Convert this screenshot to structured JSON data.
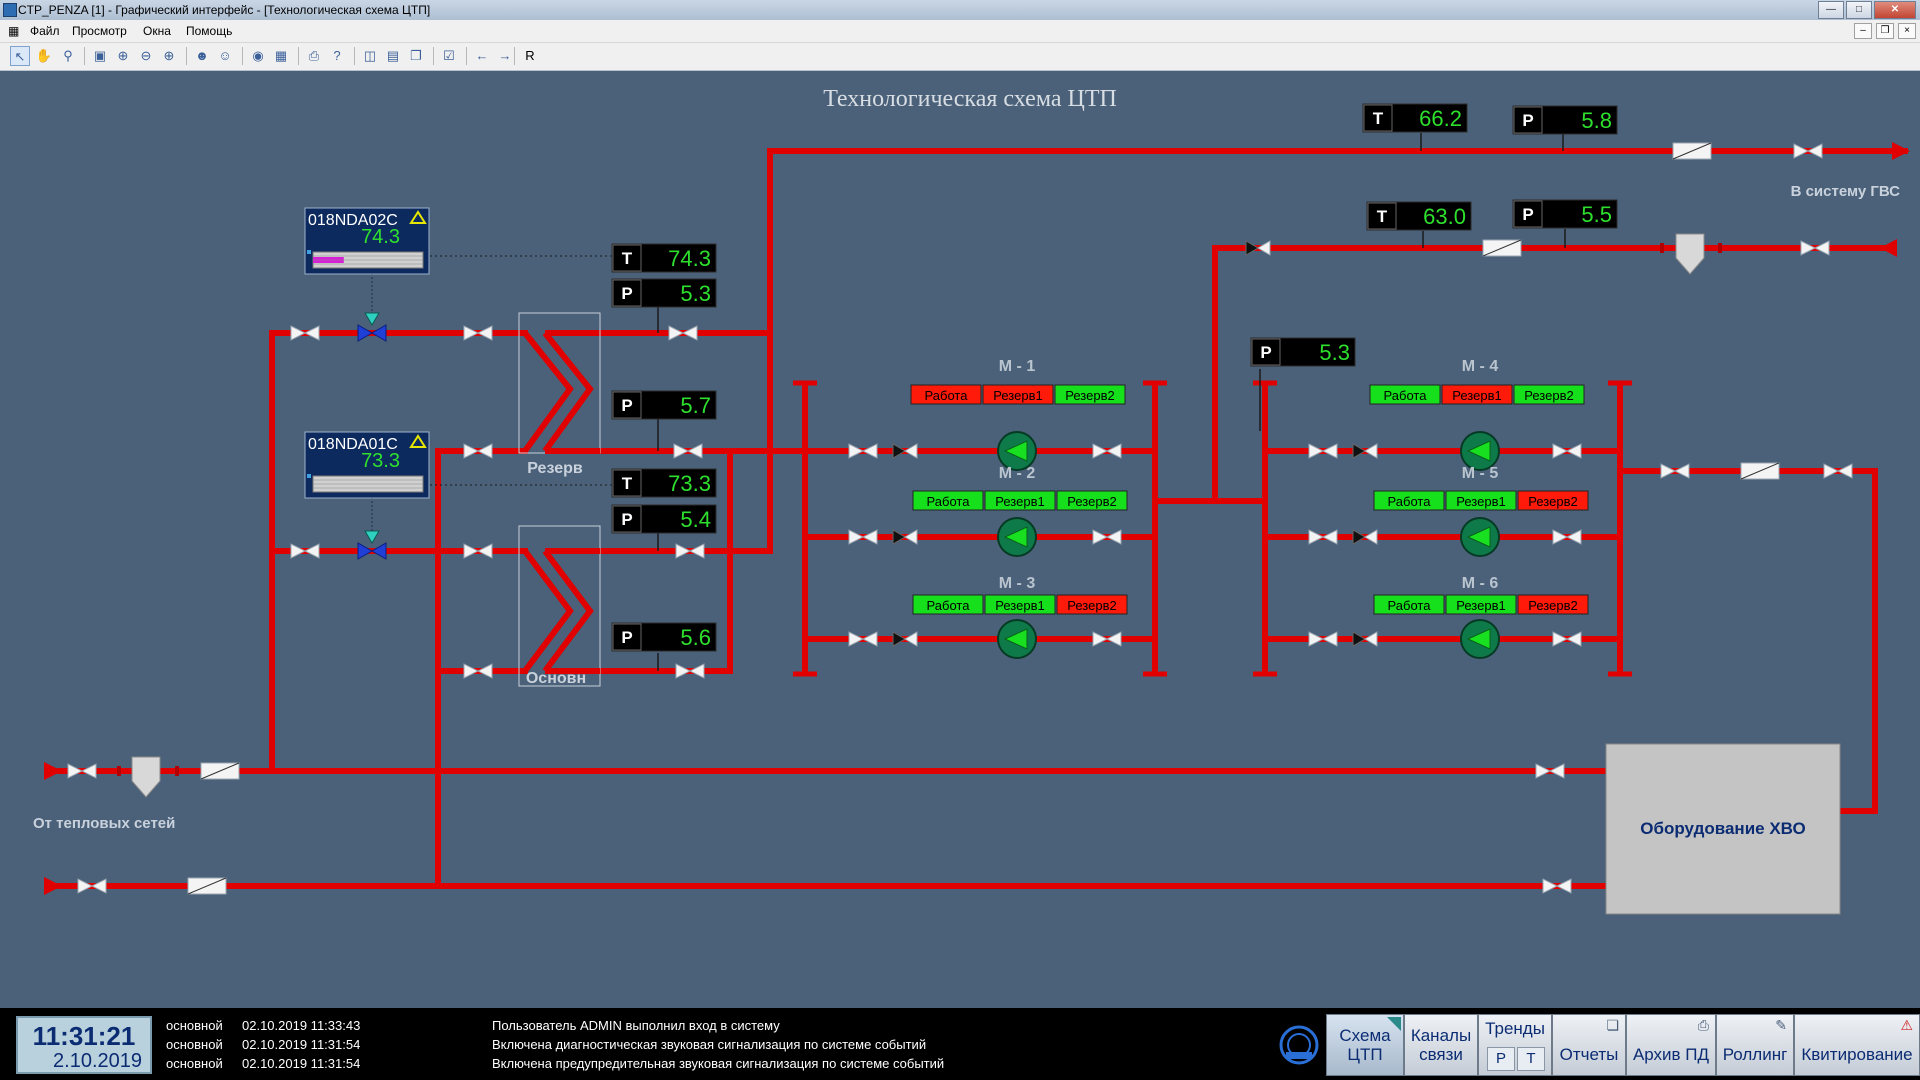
{
  "window": {
    "title": "CTP_PENZA [1] - Графический интерфейс - [Технологическая схема ЦТП]"
  },
  "menu": [
    "Файл",
    "Просмотр",
    "Окна",
    "Помощь"
  ],
  "toolbar": {
    "r_label": "R"
  },
  "scheme": {
    "title": "Технологическая схема ЦТП",
    "label_gvs": "В систему ГВС",
    "label_heat": "От тепловых сетей",
    "xvo_label": "Оборудование ХВО",
    "hx_reserve": "Резерв",
    "hx_main": "Основн",
    "controllers": [
      {
        "tag": "018NDA02C",
        "value": "74.3",
        "fill": 0.28,
        "fill_color": "#d61fd6"
      },
      {
        "tag": "018NDA01C",
        "value": "73.3",
        "fill": 0.0,
        "fill_color": "#d61fd6"
      }
    ],
    "gauges": [
      {
        "id": "t-gvs-out",
        "kind": "T",
        "value": "66.2"
      },
      {
        "id": "p-gvs-out",
        "kind": "P",
        "value": "5.8"
      },
      {
        "id": "t-gvs-ret",
        "kind": "T",
        "value": "63.0"
      },
      {
        "id": "p-gvs-ret",
        "kind": "P",
        "value": "5.5"
      },
      {
        "id": "t-hx1",
        "kind": "T",
        "value": "74.3"
      },
      {
        "id": "p-hx1-in",
        "kind": "P",
        "value": "5.3"
      },
      {
        "id": "p-hx1-out",
        "kind": "P",
        "value": "5.7"
      },
      {
        "id": "t-hx2",
        "kind": "T",
        "value": "73.3"
      },
      {
        "id": "p-hx2-in",
        "kind": "P",
        "value": "5.4"
      },
      {
        "id": "p-hx2-out",
        "kind": "P",
        "value": "5.6"
      },
      {
        "id": "p-pumps",
        "kind": "P",
        "value": "5.3"
      }
    ],
    "pumps": [
      {
        "name": "М - 1",
        "states": [
          {
            "label": "Работа",
            "color": "red"
          },
          {
            "label": "Резерв1",
            "color": "red"
          },
          {
            "label": "Резерв2",
            "color": "green"
          }
        ]
      },
      {
        "name": "М - 2",
        "states": [
          {
            "label": "Работа",
            "color": "green"
          },
          {
            "label": "Резерв1",
            "color": "green"
          },
          {
            "label": "Резерв2",
            "color": "green"
          }
        ]
      },
      {
        "name": "М - 3",
        "states": [
          {
            "label": "Работа",
            "color": "green"
          },
          {
            "label": "Резерв1",
            "color": "green"
          },
          {
            "label": "Резерв2",
            "color": "red"
          }
        ]
      },
      {
        "name": "М - 4",
        "states": [
          {
            "label": "Работа",
            "color": "green"
          },
          {
            "label": "Резерв1",
            "color": "red"
          },
          {
            "label": "Резерв2",
            "color": "green"
          }
        ]
      },
      {
        "name": "М - 5",
        "states": [
          {
            "label": "Работа",
            "color": "green"
          },
          {
            "label": "Резерв1",
            "color": "green"
          },
          {
            "label": "Резерв2",
            "color": "red"
          }
        ]
      },
      {
        "name": "М - 6",
        "states": [
          {
            "label": "Работа",
            "color": "green"
          },
          {
            "label": "Резерв1",
            "color": "green"
          },
          {
            "label": "Резерв2",
            "color": "red"
          }
        ]
      }
    ],
    "colors": {
      "pipe": "#e00000",
      "bg": "#4a6179",
      "ok": "#16e01b",
      "alarm": "#ff1a0a",
      "digit": "#2ee02e"
    }
  },
  "status": {
    "time": "11:31:21",
    "date": "2.10.2019",
    "events": [
      {
        "source": "основной",
        "ts": "02.10.2019 11:33:43",
        "msg": "Пользователь ADMIN выполнил вход в систему"
      },
      {
        "source": "основной",
        "ts": "02.10.2019 11:31:54",
        "msg": "Включена диагностическая звуковая сигнализация по системе событий"
      },
      {
        "source": "основной",
        "ts": "02.10.2019 11:31:54",
        "msg": "Включена предупредительная звуковая сигнализация по системе событий"
      }
    ]
  },
  "nav": {
    "schema": [
      "Схема",
      "ЦТП"
    ],
    "channels": [
      "Каналы",
      "связи"
    ],
    "trends": "Тренды",
    "trend_p": "P",
    "trend_t": "T",
    "reports": "Отчеты",
    "archive": "Архив ПД",
    "rolling": "Роллинг",
    "ack": "Квитирование"
  }
}
